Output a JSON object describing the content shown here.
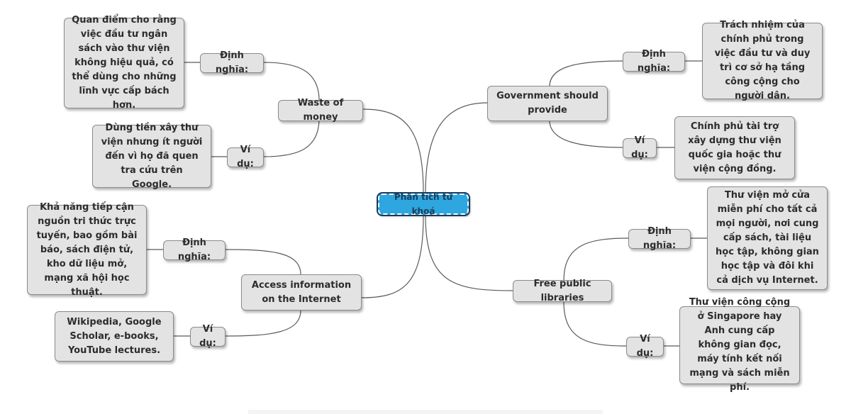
{
  "central": "Phân tích từ khoá",
  "branches": [
    {
      "topic": "Waste of money",
      "definition_label": "Định nghĩa:",
      "definition": "Quan điểm cho rằng việc đầu tư ngân sách vào thư viện không hiệu quả, có thể dùng cho những lĩnh vực cấp bách hơn.",
      "example_label": "Ví dụ:",
      "example": "Dùng tiền xây thư viện nhưng ít người đến vì họ đã quen tra cứu trên Google."
    },
    {
      "topic": "Access information on the Internet",
      "definition_label": "Định nghĩa:",
      "definition": "Khả năng tiếp cận nguồn tri thức trực tuyến, bao gồm bài báo, sách điện tử, kho dữ liệu mở, mạng xã hội học thuật.",
      "example_label": "Ví dụ:",
      "example": "Wikipedia, Google Scholar, e-books, YouTube lectures."
    },
    {
      "topic": "Government should provide",
      "definition_label": "Định nghĩa:",
      "definition": "Trách nhiệm của chính phủ trong việc đầu tư và duy trì cơ sở hạ tầng công cộng cho người dân.",
      "example_label": "Ví dụ:",
      "example": "Chính phủ tài trợ xây dựng thư viện quốc gia hoặc thư viện cộng đồng."
    },
    {
      "topic": "Free public libraries",
      "definition_label": "Định nghĩa:",
      "definition": "Thư viện mở cửa miễn phí cho tất cả mọi người, nơi cung cấp sách, tài liệu học tập, không gian học tập và đôi khi cả dịch vụ Internet.",
      "example_label": "Ví dụ:",
      "example": "Thư viện công cộng ở Singapore hay Anh cung cấp không gian đọc, máy tính kết nối mạng và sách miễn phí."
    }
  ]
}
